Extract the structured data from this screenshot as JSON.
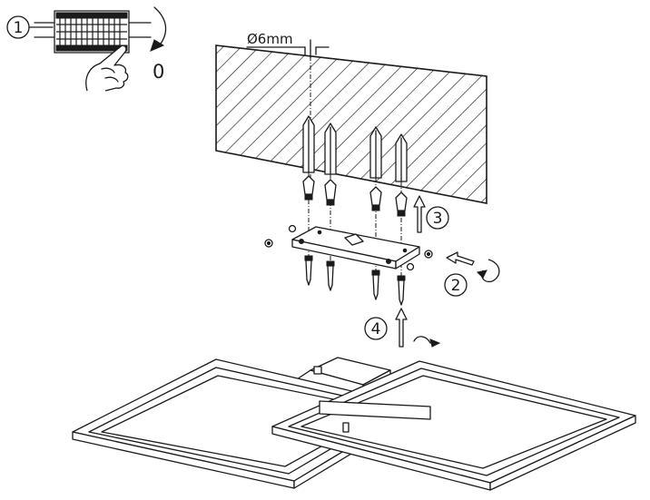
{
  "steps": {
    "step1": {
      "number": "1",
      "state_label": "0"
    },
    "step2": {
      "number": "2"
    },
    "step3": {
      "number": "3"
    },
    "step4": {
      "number": "4"
    }
  },
  "drill_bit": {
    "diameter_label": "Ø6mm"
  },
  "colors": {
    "line": "#1a1a1a",
    "background": "#ffffff",
    "hatch": "#1a1a1a"
  },
  "icons": [
    "terminal-block-icon",
    "hand-icon",
    "rotate-arrow-icon",
    "push-up-arrow-icon",
    "turn-arrow-icon"
  ]
}
